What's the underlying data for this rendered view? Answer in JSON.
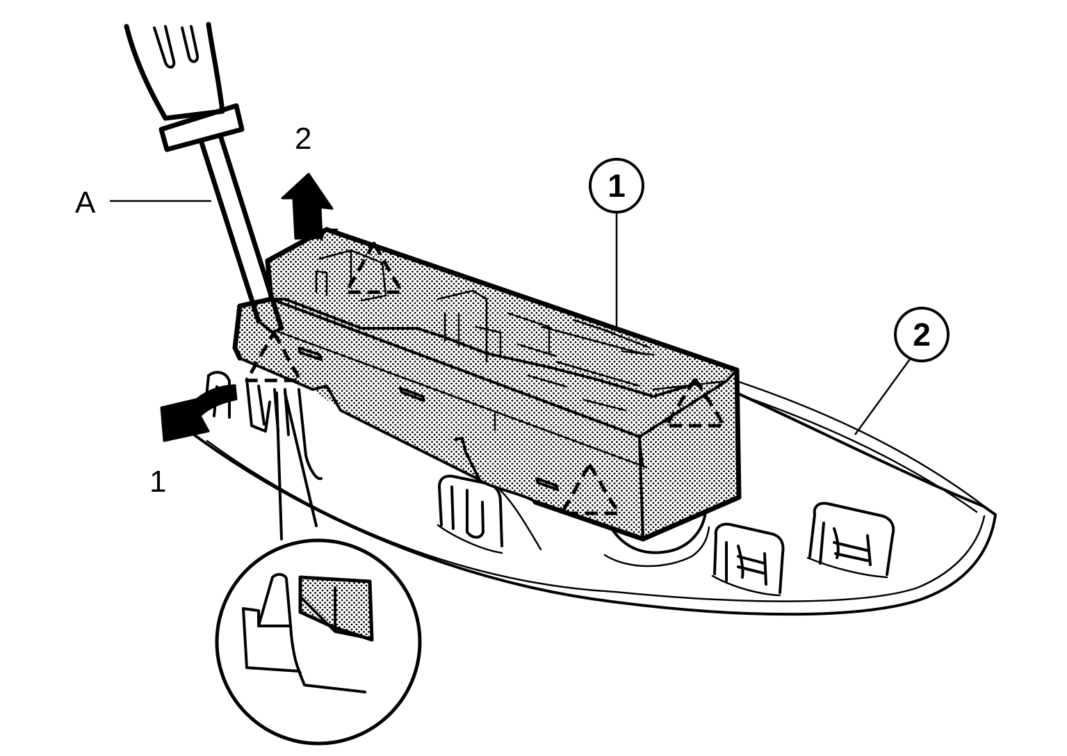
{
  "labels": {
    "tool": "A",
    "step_lift": "2",
    "step_pry": "1",
    "part_switch": "1",
    "part_trim": "2"
  },
  "icons": {
    "tool": "screwdriver-icon",
    "arrow_up": "arrow-up-icon",
    "arrow_curved": "curved-arrow-icon",
    "clip_marker": "dashed-triangle-icon",
    "detail_view": "magnifier-circle-icon"
  },
  "colors": {
    "ink": "#000000",
    "paper": "#ffffff"
  }
}
